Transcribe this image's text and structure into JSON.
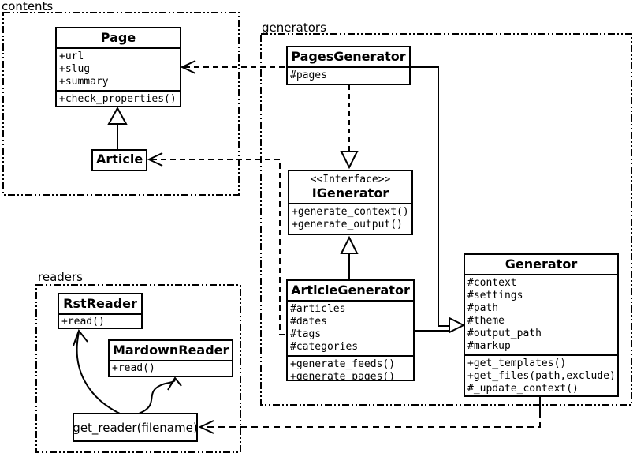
{
  "packages": {
    "contents": {
      "label": "contents"
    },
    "generators": {
      "label": "generators"
    },
    "readers": {
      "label": "readers"
    }
  },
  "classes": {
    "page": {
      "title": "Page",
      "attributes": [
        "+url",
        "+slug",
        "+summary"
      ],
      "methods": [
        "+check_properties()"
      ]
    },
    "article": {
      "title": "Article"
    },
    "pages_generator": {
      "title": "PagesGenerator",
      "attributes": [
        "#pages"
      ]
    },
    "igenerator": {
      "stereotype": "<<Interface>>",
      "title": "IGenerator",
      "methods": [
        "+generate_context()",
        "+generate_output()"
      ]
    },
    "article_generator": {
      "title": "ArticleGenerator",
      "attributes": [
        "#articles",
        "#dates",
        "#tags",
        "#categories"
      ],
      "methods": [
        "+generate_feeds()",
        "+generate_pages()"
      ]
    },
    "generator": {
      "title": "Generator",
      "attributes": [
        "#context",
        "#settings",
        "#path",
        "#theme",
        "#output_path",
        "#markup"
      ],
      "methods": [
        "+get_templates()",
        "+get_files(path,exclude)",
        "#_update_context()"
      ]
    },
    "rst_reader": {
      "title": "RstReader",
      "methods": [
        "+read()"
      ]
    },
    "markdown_reader": {
      "title": "MardownReader",
      "methods": [
        "+read()"
      ]
    },
    "get_reader": {
      "title": "get_reader(filename)"
    }
  },
  "relationships": [
    {
      "type": "generalization",
      "from": "Article",
      "to": "Page"
    },
    {
      "type": "dependency",
      "from": "PagesGenerator",
      "to": "Page",
      "style": "dashed"
    },
    {
      "type": "dependency",
      "from": "ArticleGenerator",
      "to": "Article",
      "style": "dashed"
    },
    {
      "type": "realization",
      "from": "PagesGenerator",
      "to": "IGenerator",
      "style": "dashed"
    },
    {
      "type": "generalization",
      "from": "ArticleGenerator",
      "to": "IGenerator"
    },
    {
      "type": "generalization",
      "from": "PagesGenerator",
      "to": "Generator"
    },
    {
      "type": "generalization",
      "from": "ArticleGenerator",
      "to": "Generator"
    },
    {
      "type": "dependency",
      "from": "Generator",
      "to": "get_reader(filename)",
      "style": "dashed"
    },
    {
      "type": "call",
      "from": "get_reader(filename)",
      "to": "RstReader"
    },
    {
      "type": "call",
      "from": "get_reader(filename)",
      "to": "MardownReader"
    }
  ],
  "colors": {
    "line": "#000000",
    "background": "#ffffff",
    "box_fill": "#ffffff"
  }
}
